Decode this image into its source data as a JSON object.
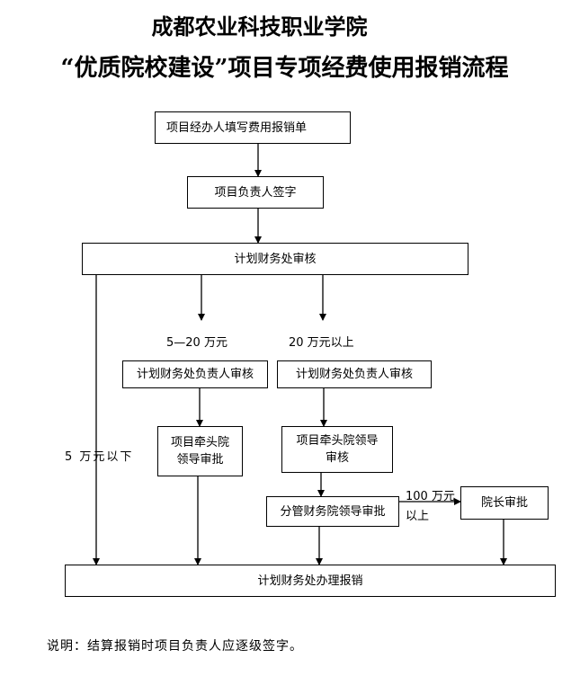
{
  "title": {
    "line1": "成都农业科技职业学院",
    "line2": "“优质院校建设”项目专项经费使用报销流程"
  },
  "nodes": {
    "fill_form": "项目经办人填写费用报销单",
    "leader_sign": "项目负责人签字",
    "finance_audit": "计划财务处审核",
    "finance_head_a": "计划财务处负责人审核",
    "finance_head_b": "计划财务处负责人审核",
    "lead_dept_a": "项目牵头院\n领导审批",
    "lead_dept_b": "项目牵头院领导\n审核",
    "vp_finance": "分管财务院领导审批",
    "president": "院长审批",
    "finance_process": "计划财务处办理报销"
  },
  "labels": {
    "range_mid": "5—20 万元",
    "range_high": "20 万元以上",
    "range_low": "5 万元以下",
    "over_100_a": "100 万元",
    "over_100_b": "以上"
  },
  "note": "说明：结算报销时项目负责人应逐级签字。"
}
